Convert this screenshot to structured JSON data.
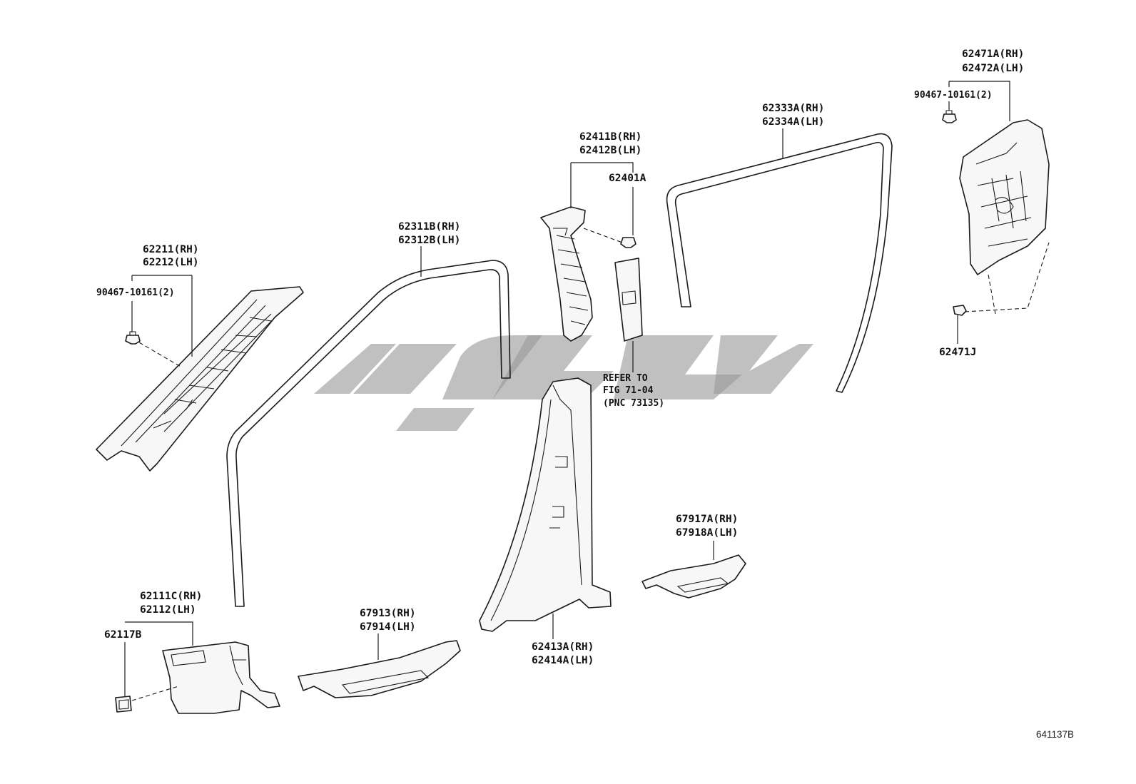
{
  "figure_number": "641137B",
  "callouts": {
    "a_pillar_garnish": [
      "62211(RH)",
      "62212(LH)"
    ],
    "a_pillar_clip": "90467-10161(2)",
    "front_door_weatherstrip": [
      "62311B(RH)",
      "62312B(LH)"
    ],
    "b_pillar_upper_garnish": [
      "62411B(RH)",
      "62412B(LH)"
    ],
    "b_pillar_clip": "62401A",
    "refer_note": [
      "REFER TO",
      "FIG 71-04",
      "(PNC 73135)"
    ],
    "rear_door_weatherstrip": [
      "62333A(RH)",
      "62334A(LH)"
    ],
    "quarter_trim": [
      "62471A(RH)",
      "62472A(LH)"
    ],
    "quarter_clip": "90467-10161(2)",
    "quarter_fastener": "62471J",
    "cowl_side_trim": [
      "62111C(RH)",
      "62112(LH)"
    ],
    "cowl_clip": "62117B",
    "front_scuff_plate": [
      "67913(RH)",
      "67914(LH)"
    ],
    "b_pillar_lower_garnish": [
      "62413A(RH)",
      "62414A(LH)"
    ],
    "rear_scuff_plate": [
      "67917A(RH)",
      "67918A(LH)"
    ]
  }
}
